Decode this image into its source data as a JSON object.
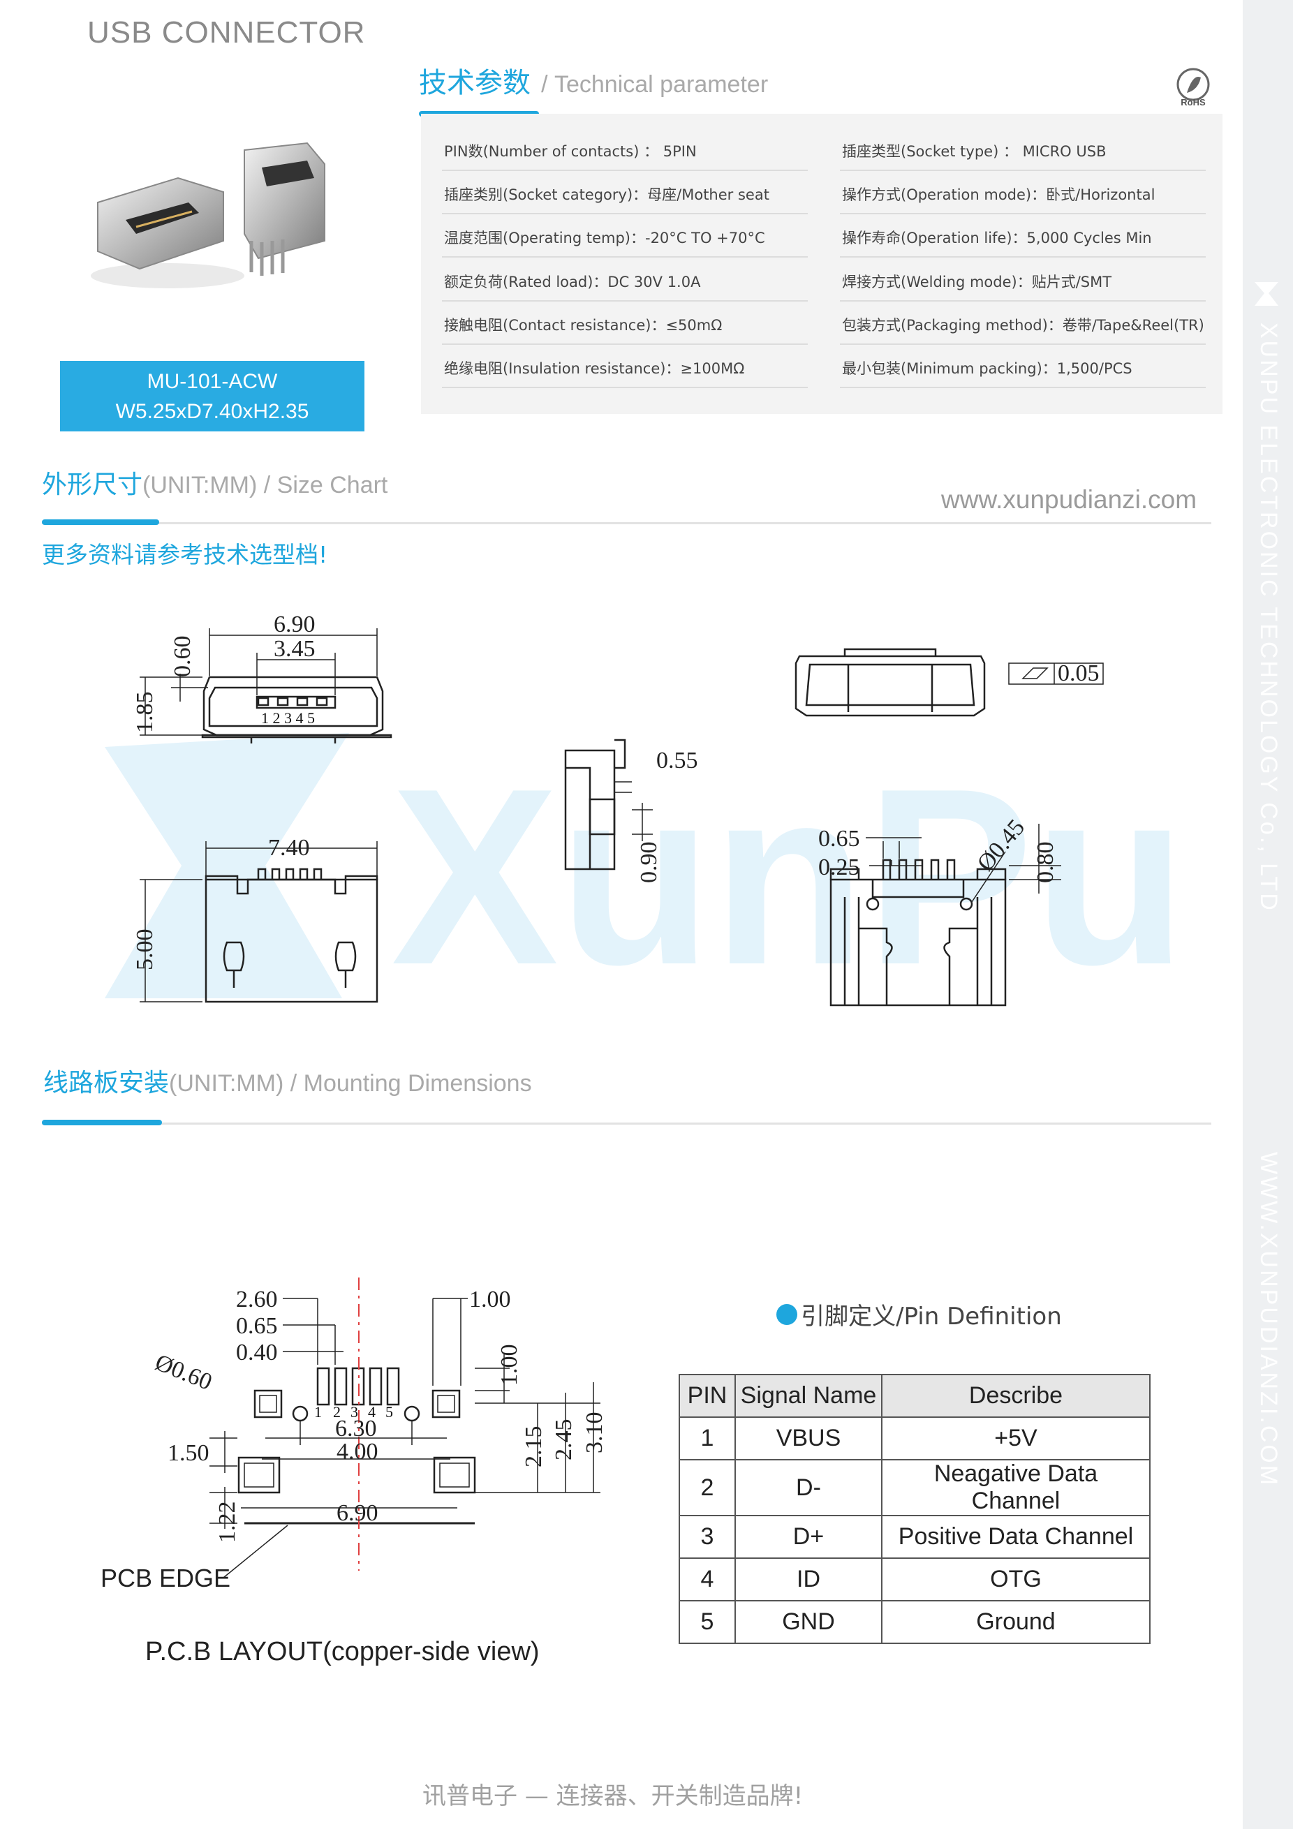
{
  "header": {
    "title": "USB CONNECTOR"
  },
  "tech": {
    "title_cn": "技术参数",
    "title_en": "/ Technical parameter",
    "rohs": "RoHS"
  },
  "params": {
    "left": [
      "PIN数(Number of contacts) ： 5PIN",
      "插座类别(Socket category)：母座/Mother seat",
      "温度范围(Operating temp)：-20°C TO +70°C",
      "额定负荷(Rated load)：DC 30V 1.0A",
      "接触电阻(Contact resistance)：≤50mΩ",
      "绝缘电阻(Insulation resistance)：≥100MΩ"
    ],
    "right": [
      "插座类型(Socket type) ： MICRO USB",
      "操作方式(Operation mode)：卧式/Horizontal",
      "操作寿命(Operation life)：5,000 Cycles Min",
      "焊接方式(Welding mode)：贴片式/SMT",
      "包装方式(Packaging method)：卷带/Tape&Reel(TR)",
      "最小包装(Minimum packing)：1,500/PCS"
    ]
  },
  "model": {
    "name": "MU-101-ACW",
    "size": "W5.25xD7.40xH2.35"
  },
  "size_chart": {
    "title_cn": "外形尺寸",
    "title_en": "(UNIT:MM) / Size Chart",
    "website": "www.xunpudianzi.com",
    "note": "更多资料请参考技术选型档!"
  },
  "watermark": {
    "text": "XunPu"
  },
  "mounting": {
    "title_cn": "线路板安装",
    "title_en": "(UNIT:MM) / Mounting Dimensions"
  },
  "dims": {
    "d690": "6.90",
    "d345": "3.45",
    "d060": "0.60",
    "d185": "1.85",
    "pins": "1 2 3 4 5",
    "d740": "7.40",
    "d500": "5.00",
    "d055": "0.55",
    "d090": "0.90",
    "d005": "0.05",
    "d065": "0.65",
    "d025": "0.25",
    "d045": "Ø0.45",
    "d080": "0.80"
  },
  "pcb": {
    "d260": "2.60",
    "d065": "0.65",
    "d040": "0.40",
    "d060": "Ø0.60",
    "d100a": "1.00",
    "d100b": "1.00",
    "d630": "6.30",
    "d400": "4.00",
    "d150": "1.50",
    "d215": "2.15",
    "d245": "2.45",
    "d310": "3.10",
    "d122": "1.22",
    "d690": "6.90",
    "pins": [
      "1",
      "2",
      "3",
      "4",
      "5"
    ],
    "edge": "PCB EDGE",
    "caption": "P.C.B LAYOUT(copper-side view)"
  },
  "pin_def": {
    "title": "引脚定义/Pin Definition",
    "headers": [
      "PIN",
      "Signal Name",
      "Describe"
    ],
    "rows": [
      [
        "1",
        "VBUS",
        "+5V"
      ],
      [
        "2",
        "D-",
        "Neagative Data Channel"
      ],
      [
        "3",
        "D+",
        "Positive Data Channel"
      ],
      [
        "4",
        "ID",
        "OTG"
      ],
      [
        "5",
        "GND",
        "Ground"
      ]
    ]
  },
  "sidebar": {
    "company": "XUNPU ELECTRONIC TECHNOLOGY Co., LTD",
    "web": "WWW.XUNPUDIANZI.COM"
  },
  "footer": {
    "slogan": "讯普电子 — 连接器、开关制造品牌!"
  },
  "colors": {
    "accent": "#1ea6dd",
    "model_bg": "#29abe2",
    "sidebar": "#eef0f2"
  }
}
